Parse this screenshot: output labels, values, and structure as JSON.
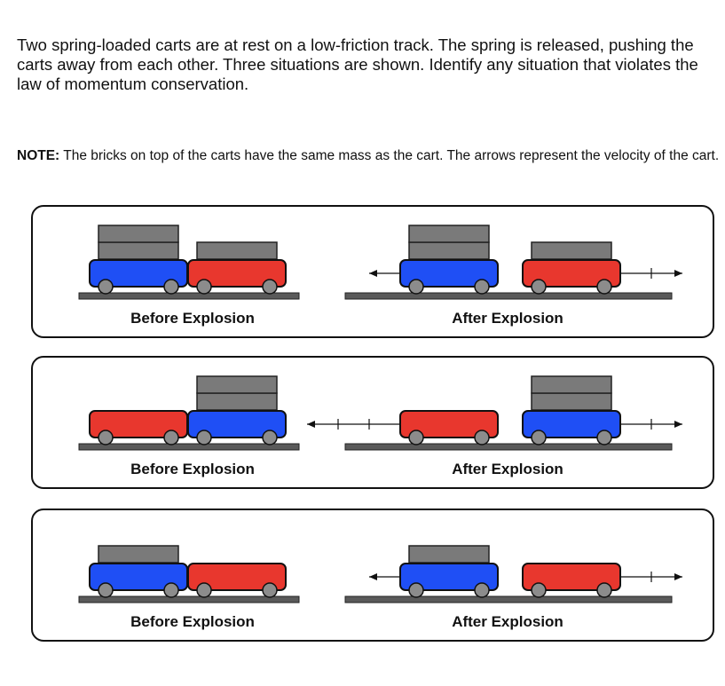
{
  "question": "Two spring-loaded carts are at rest on a low-friction track. The spring is released, pushing the carts away from each other. Three situations are shown. Identify any situation that violates the law of momentum conservation.",
  "note": {
    "label": "NOTE:",
    "text": " The bricks on top of the carts have the same mass as the cart. The arrows represent the velocity of the cart."
  },
  "colors": {
    "blue_cart": "#1f4ff5",
    "red_cart": "#e8372e",
    "brick": "#7a7a7a",
    "wheel": "#8c8c8c",
    "track": "#5a5a5a"
  },
  "situations": [
    {
      "before_label": "Before Explosion",
      "after_label": "After Explosion",
      "before": {
        "left_cart": "blue",
        "left_bricks": 2,
        "right_cart": "red",
        "right_bricks": 1
      },
      "after": {
        "left_cart": "blue",
        "left_bricks": 2,
        "left_velocity_units": 1,
        "right_cart": "red",
        "right_bricks": 1,
        "right_velocity_units": 2
      }
    },
    {
      "before_label": "Before Explosion",
      "after_label": "After Explosion",
      "before": {
        "left_cart": "red",
        "left_bricks": 0,
        "right_cart": "blue",
        "right_bricks": 2
      },
      "after": {
        "left_cart": "red",
        "left_bricks": 0,
        "left_velocity_units": 3,
        "right_cart": "blue",
        "right_bricks": 2,
        "right_velocity_units": 2
      }
    },
    {
      "before_label": "Before Explosion",
      "after_label": "After Explosion",
      "before": {
        "left_cart": "blue",
        "left_bricks": 1,
        "right_cart": "red",
        "right_bricks": 0
      },
      "after": {
        "left_cart": "blue",
        "left_bricks": 1,
        "left_velocity_units": 1,
        "right_cart": "red",
        "right_bricks": 0,
        "right_velocity_units": 2
      }
    }
  ]
}
